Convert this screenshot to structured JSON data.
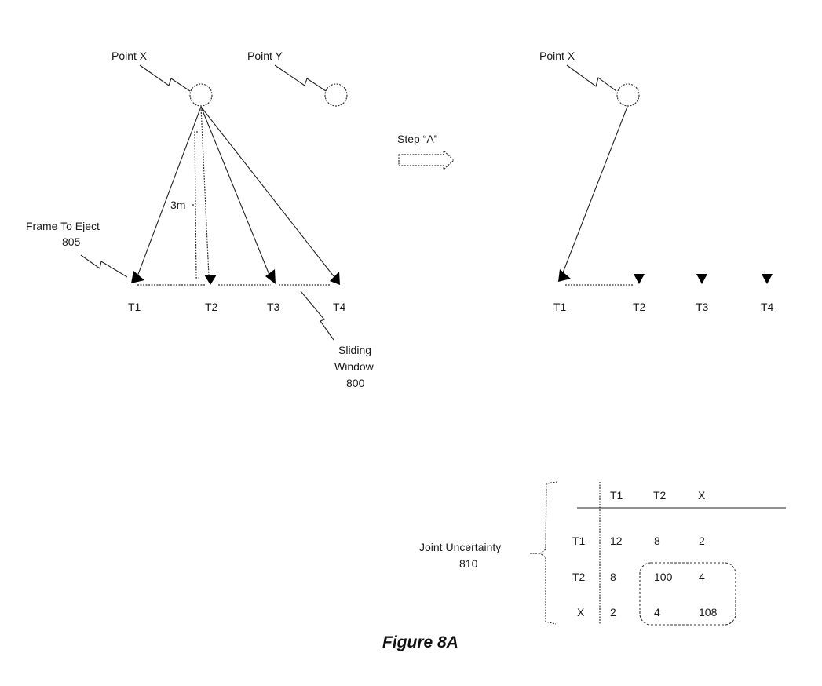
{
  "left_diagram": {
    "point_x_label": "Point X",
    "point_y_label": "Point Y",
    "distance_label": "3m",
    "frame_to_eject_label": "Frame To Eject",
    "frame_to_eject_ref": "805",
    "sliding_window_label_line1": "Sliding",
    "sliding_window_label_line2": "Window",
    "sliding_window_ref": "800",
    "time_labels": [
      "T1",
      "T2",
      "T3",
      "T4"
    ]
  },
  "step": {
    "label": "Step “A”"
  },
  "right_diagram": {
    "point_x_label": "Point X",
    "time_labels": [
      "T1",
      "T2",
      "T3",
      "T4"
    ]
  },
  "matrix": {
    "label": "Joint Uncertainty",
    "ref": "810",
    "column_headers": [
      "T1",
      "T2",
      "X"
    ],
    "rows": [
      {
        "header": "T1",
        "values": [
          "12",
          "8",
          "2"
        ]
      },
      {
        "header": "T2",
        "values": [
          "8",
          "100",
          "4"
        ]
      },
      {
        "header": "X",
        "values": [
          "2",
          "4",
          "108"
        ]
      }
    ],
    "highlighted_block": "rows T2..X, columns T2..X"
  },
  "caption": "Figure 8A"
}
